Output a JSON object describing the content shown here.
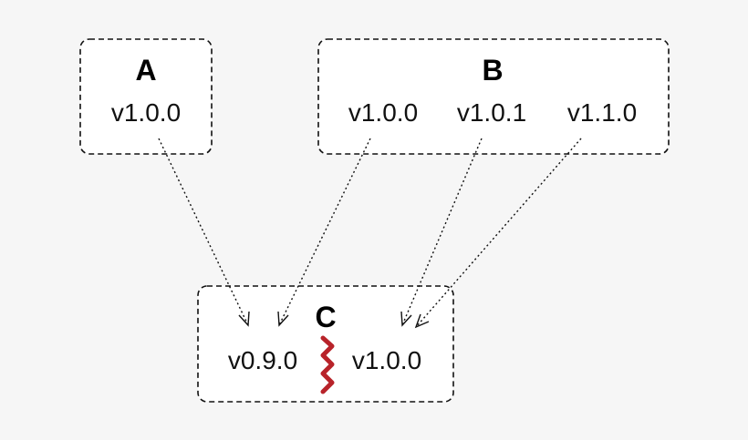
{
  "packages": {
    "a": {
      "name": "A",
      "versions": [
        "v1.0.0"
      ]
    },
    "b": {
      "name": "B",
      "versions": [
        "v1.0.0",
        "v1.0.1",
        "v1.1.0"
      ]
    },
    "c": {
      "name": "C",
      "versions": [
        "v0.9.0",
        "v1.0.0"
      ]
    }
  },
  "dependencies": [
    {
      "from": "A v1.0.0",
      "to": "C v0.9.0"
    },
    {
      "from": "B v1.0.0",
      "to": "C v0.9.0"
    },
    {
      "from": "B v1.0.1",
      "to": "C v1.0.0"
    },
    {
      "from": "B v1.1.0",
      "to": "C v1.0.0"
    }
  ],
  "colors": {
    "conflict": "#b8232a",
    "border": "#111111",
    "background": "#f6f6f6"
  },
  "icons": {
    "conflict": "zigzag-conflict-icon"
  }
}
